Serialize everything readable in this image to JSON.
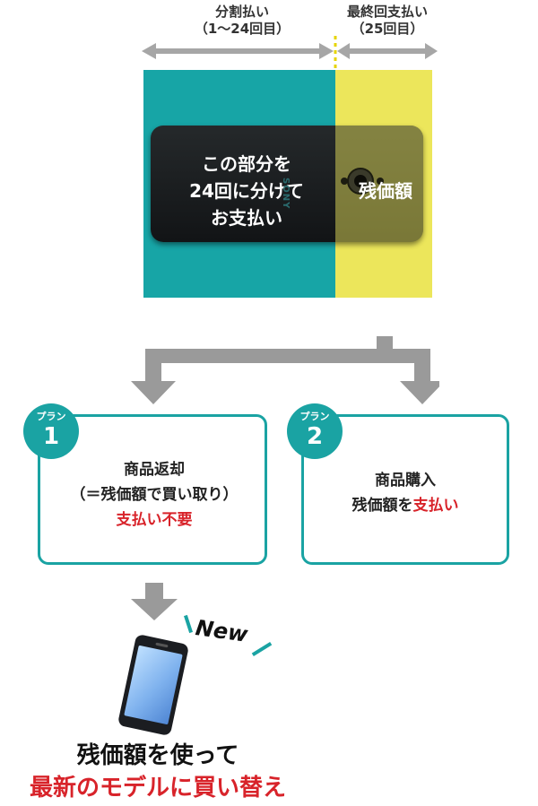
{
  "top": {
    "installments_label_1": "分割払い",
    "installments_label_2": "（1〜24回目）",
    "final_label_1": "最終回支払い",
    "final_label_2": "（25回目）"
  },
  "phone": {
    "left_line_1": "この部分を",
    "left_line_2": "24回に分けて",
    "left_line_3": "お支払い",
    "right_text": "残価額",
    "brand": "SONY"
  },
  "plan1": {
    "badge_text": "プラン",
    "badge_number": "1",
    "line_1": "商品返却",
    "line_2": "（＝残価額で買い取り）",
    "line_3": "支払い不要"
  },
  "plan2": {
    "badge_text": "プラン",
    "badge_number": "2",
    "line_1": "商品購入",
    "line_2_prefix": "残価額を",
    "line_2_highlight": "支払い"
  },
  "bottom": {
    "new_label": "New",
    "line_1": "残価額を使って",
    "line_2": "最新のモデルに買い替え"
  },
  "colors": {
    "teal": "#17a5a6",
    "yellow": "#ece65b",
    "accent_red": "#d8232a",
    "arrow_gray": "#9a9a9a"
  }
}
